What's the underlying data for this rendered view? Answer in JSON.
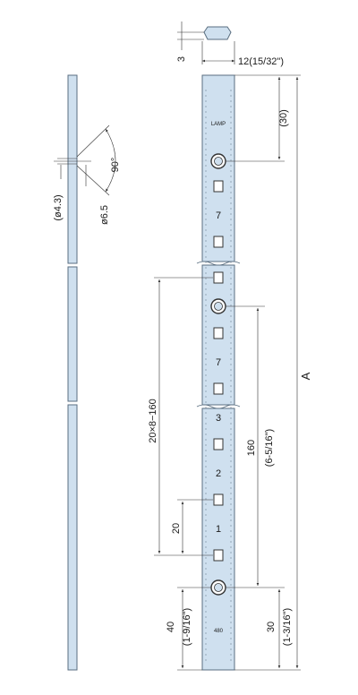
{
  "drawing": {
    "top_detail": {
      "dim_thickness": "3",
      "dim_width": "12(15/32\")"
    },
    "side_view": {
      "dim_hole_small": "(ø4.3)",
      "dim_hole_large": "ø6.5",
      "dim_angle": "90°"
    },
    "front_view": {
      "brand_mark": "LAMP",
      "slot_numbers": [
        "7",
        "7",
        "3",
        "2",
        "1"
      ],
      "bottom_code": "480",
      "dim_top_offset": "(30)",
      "dim_pitch_range": "20×8−160",
      "dim_pitch_160_mm": "160",
      "dim_pitch_160_in": "(6-5/16\")",
      "dim_slot_pitch": "20",
      "dim_bottom_40_mm": "40",
      "dim_bottom_40_in": "(1-9/16\")",
      "dim_bottom_30_mm": "30",
      "dim_bottom_30_in": "(1-3/16\")",
      "dim_overall": "A"
    },
    "colors": {
      "rail_fill": "#cfe0ef",
      "rail_edge": "#5a6e80",
      "line": "#333333"
    }
  }
}
